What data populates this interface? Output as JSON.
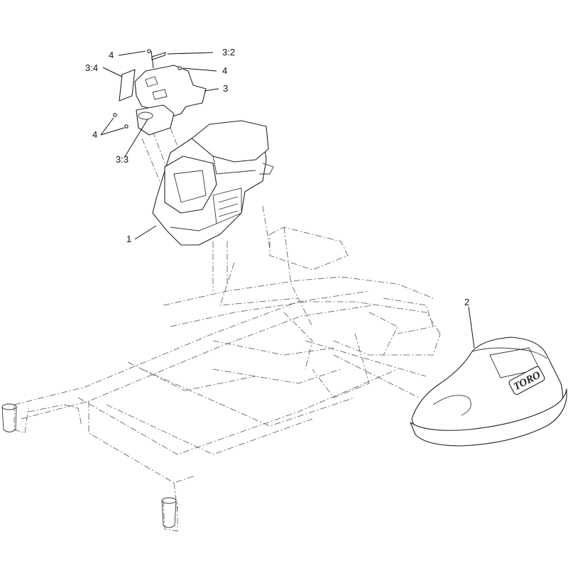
{
  "callouts": {
    "c1": "1",
    "c2": "2",
    "c3": "3",
    "c3_2": "3:2",
    "c3_3": "3:3",
    "c3_4": "3:4",
    "c4_top": "4",
    "c4_right": "4",
    "c4_left": "4"
  },
  "brand_text": "TORO",
  "colors": {
    "line": "#222222",
    "phantom": "#555555",
    "background": "#ffffff"
  }
}
